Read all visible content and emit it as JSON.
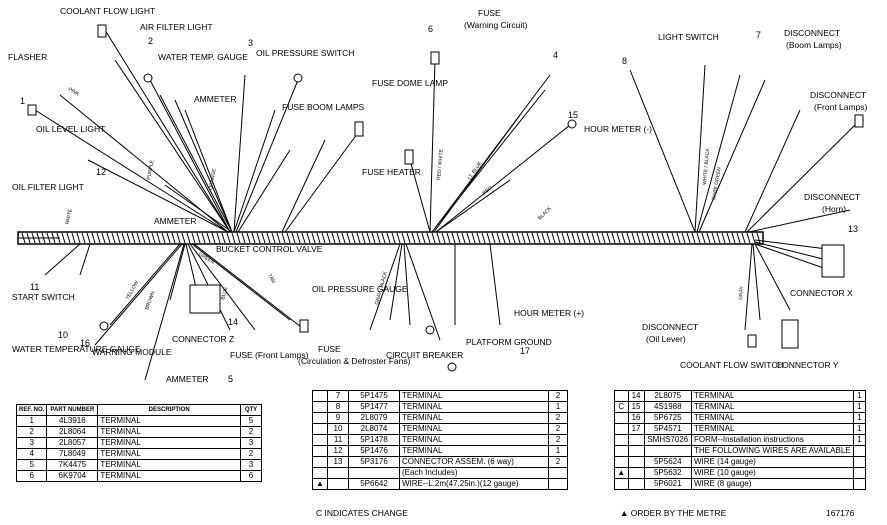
{
  "labels": {
    "coolant_flow_light": "COOLANT FLOW LIGHT",
    "air_filter_light": "AIR FILTER LIGHT",
    "flasher": "FLASHER",
    "water_temp_gauge": "WATER TEMP. GAUGE",
    "oil_pressure_switch": "OIL PRESSURE SWITCH",
    "ammeter_top": "AMMETER",
    "fuse_dome_lamp": "FUSE DOME LAMP",
    "fuse_boom_lamps": "FUSE BOOM LAMPS",
    "oil_level_light": "OIL LEVEL LIGHT",
    "oil_filter_light": "OIL FILTER LIGHT",
    "fuse_warning_title": "FUSE",
    "fuse_warning_sub": "(Warning Circuit)",
    "light_switch": "LIGHT SWITCH",
    "disconnect_boom_title": "DISCONNECT",
    "disconnect_boom_sub": "(Boom Lamps)",
    "disconnect_front_title": "DISCONNECT",
    "disconnect_front_sub": "(Front Lamps)",
    "hour_meter_minus": "HOUR METER (-)",
    "fuse_heater": "FUSE HEATER",
    "disconnect_horn_title": "DISCONNECT",
    "disconnect_horn_sub": "(Horn)",
    "ammeter_mid": "AMMETER",
    "bucket_control_valve": "BUCKET CONTROL VALVE",
    "start_switch": "START SWITCH",
    "oil_pressure_gauge": "OIL PRESSURE GAUGE",
    "connector_x": "CONNECTOR X",
    "connector_z": "CONNECTOR Z",
    "warning_module": "WARNING MODULE",
    "water_temperature_gauge": "WATER TEMPERATURE GAUGE",
    "ammeter_bottom": "AMMETER",
    "fuse_front_lamps": "FUSE (Front Lamps)",
    "fuse_circulation_title": "FUSE",
    "fuse_circulation_sub": "(Circulation & Defroster Fans)",
    "circuit_breaker": "CIRCUIT BREAKER",
    "platform_ground": "PLATFORM GROUND",
    "hour_meter_plus": "HOUR METER (+)",
    "disconnect_oil_title": "DISCONNECT",
    "disconnect_oil_sub": "(Oil Lever)",
    "coolant_flow_switch": "COOLANT FLOW SWITCH",
    "connector_y": "CONNECTOR Y"
  },
  "wire_colors": {
    "purple": "PURPLE",
    "orange": "ORANGE",
    "dark_green": "DARK GREEN",
    "white_black": "WHITE / BLACK",
    "red_white": "RED / WHITE",
    "lt_blue": "LT. BLUE",
    "red": "RED",
    "black": "BLACK",
    "gray_black": "GRAY / BLACK",
    "yellow": "YELLOW",
    "brown": "BROWN",
    "green": "GREEN",
    "tan": "TAN",
    "gray": "GRAY",
    "blue": "BLUE",
    "pink": "PINK",
    "white": "WHITE"
  },
  "callouts": [
    "1",
    "2",
    "3",
    "4",
    "5",
    "6",
    "7",
    "8",
    "10",
    "11",
    "12",
    "13",
    "14",
    "15",
    "16",
    "17"
  ],
  "table_headers": {
    "ref_no": "REF. NO.",
    "part_number": "PART NUMBER",
    "description": "DESCRIPTION",
    "qty": "QTY"
  },
  "table_left": [
    {
      "ref": "1",
      "part": "4L3916",
      "desc": "TERMINAL",
      "qty": "5"
    },
    {
      "ref": "2",
      "part": "2L8064",
      "desc": "TERMINAL",
      "qty": "2"
    },
    {
      "ref": "3",
      "part": "2L8057",
      "desc": "TERMINAL",
      "qty": "3"
    },
    {
      "ref": "4",
      "part": "7L8049",
      "desc": "TERMINAL",
      "qty": "2"
    },
    {
      "ref": "5",
      "part": "7K4475",
      "desc": "TERMINAL",
      "qty": "3"
    },
    {
      "ref": "6",
      "part": "6K9704",
      "desc": "TERMINAL",
      "qty": "6"
    }
  ],
  "table_mid": [
    {
      "mark": "",
      "ref": "7",
      "part": "5P1475",
      "desc": "TERMINAL",
      "qty": "2"
    },
    {
      "mark": "",
      "ref": "8",
      "part": "5P1477",
      "desc": "TERMINAL",
      "qty": "1"
    },
    {
      "mark": "",
      "ref": "9",
      "part": "2L8079",
      "desc": "TERMINAL",
      "qty": "2"
    },
    {
      "mark": "",
      "ref": "10",
      "part": "2L8074",
      "desc": "TERMINAL",
      "qty": "2"
    },
    {
      "mark": "",
      "ref": "11",
      "part": "5P1478",
      "desc": "TERMINAL",
      "qty": "2"
    },
    {
      "mark": "",
      "ref": "12",
      "part": "5P1476",
      "desc": "TERMINAL",
      "qty": "1"
    },
    {
      "mark": "",
      "ref": "13",
      "part": "5P3176",
      "desc": "CONNECTOR ASSEM. (6 way)",
      "qty": "2"
    },
    {
      "mark": "",
      "ref": "",
      "part": "",
      "desc": "(Each Includes)",
      "qty": ""
    },
    {
      "mark": "▲",
      "ref": "",
      "part": "5P6642",
      "desc": "WIRE--L.2m(47.25in.)(12 gauge)",
      "qty": ""
    }
  ],
  "table_right": [
    {
      "mark": "",
      "ref": "14",
      "part": "2L8075",
      "desc": "TERMINAL",
      "qty": "1"
    },
    {
      "mark": "C",
      "ref": "15",
      "part": "4S1988",
      "desc": "TERMINAL",
      "qty": "1"
    },
    {
      "mark": "",
      "ref": "16",
      "part": "5P6725",
      "desc": "TERMINAL",
      "qty": "1"
    },
    {
      "mark": "",
      "ref": "17",
      "part": "5P4571",
      "desc": "TERMINAL",
      "qty": "1"
    },
    {
      "mark": "",
      "ref": "",
      "part": "SMHS7026",
      "desc": "FORM--Installation instructions",
      "qty": "1"
    },
    {
      "mark": "",
      "ref": "",
      "part": "",
      "desc": "THE FOLLOWING WIRES ARE AVAILABLE",
      "qty": ""
    },
    {
      "mark": "",
      "ref": "",
      "part": "5P5624",
      "desc": "WIRE (14 gauge)",
      "qty": ""
    },
    {
      "mark": "▲",
      "ref": "",
      "part": "5P5632",
      "desc": "WIRE (10 gauge)",
      "qty": ""
    },
    {
      "mark": "",
      "ref": "",
      "part": "5P6021",
      "desc": "WIRE (8 gauge)",
      "qty": ""
    }
  ],
  "footer": {
    "c_note": "C INDICATES CHANGE",
    "order_note": "▲ ORDER BY THE METRE",
    "fig_number": "167176"
  }
}
